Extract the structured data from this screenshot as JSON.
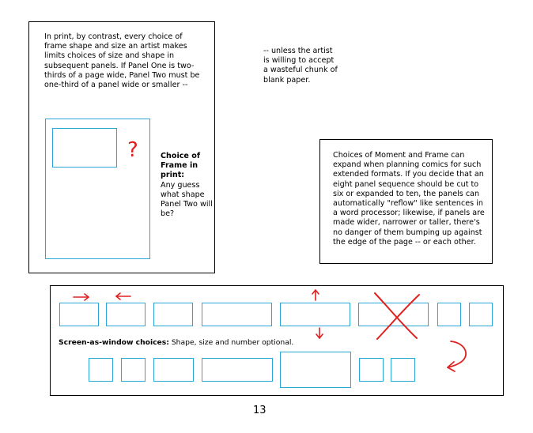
{
  "print_panel": {
    "text": "In print, by contrast, every choice of frame shape and size an artist makes limits choices of size and shape in subsequent panels. If Panel One is two-thirds of a page wide, Panel Two must be one-third of a panel wide or smaller --",
    "question_mark": "?",
    "caption_title": "Choice of Frame in print:",
    "caption_body": "Any guess what shape Panel Two will be?"
  },
  "unless_text": "-- unless the artist is willing to accept a wasteful chunk of blank paper.",
  "extended_formats_text": "Choices of Moment and Frame can expand when planning comics for such extended formats. If you decide that an eight panel sequence should be cut to six or expanded to ten, the panels can automatically \"reflow\" like sentences in a word processor; likewise, if panels are made wider, narrower or taller, there's no danger of them bumping up against the edge of the page -- or each other.",
  "screen_panel": {
    "caption_bold": "Screen-as-window choices:",
    "caption_rest": " Shape, size and number optional."
  },
  "page_number": "13",
  "colors": {
    "panel_blue": "#2aa6d8",
    "annotation_red": "#e02020"
  }
}
